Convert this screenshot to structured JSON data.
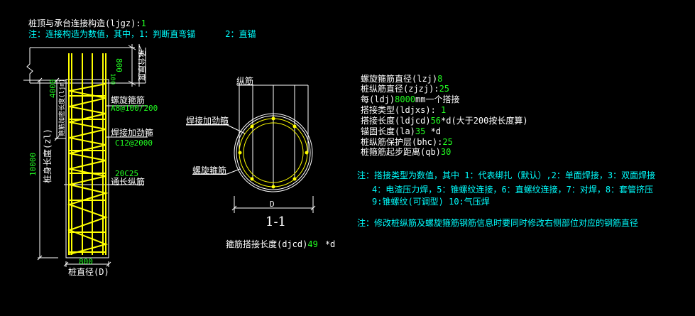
{
  "header": {
    "connection_label": "桩顶与承台连接构造(ljgz):",
    "connection_value": "1",
    "connection_note": "注：连接构造为数值，其中，1：判断直弯锚",
    "connection_note_opt2": "2：直锚"
  },
  "elevation": {
    "cap_thickness_value": "800",
    "cap_thickness_label": "承台厚度",
    "embed_value": "100",
    "stiffener_zone_value": "4000",
    "stiffener_zone_label": "箍筋加密长度(ljm)",
    "pile_length_value": "10000",
    "pile_length_label": "桩身长度(zl)",
    "spiral_label": "螺旋箍筋",
    "spiral_spec": "A8@100/200",
    "weld_label": "焊接加劲箍",
    "weld_spec": "C12@2000",
    "long_bar_spec": "20C25",
    "long_bar_label": "通长纵筋",
    "diameter_value": "800",
    "diameter_label": "桩直径(D)"
  },
  "section": {
    "long_bar_label": "纵筋",
    "weld_label": "焊接加劲箍",
    "spiral_label": "螺旋箍筋",
    "dim_label": "D",
    "title": "1-1",
    "stirrup_lap_label": "箍筋搭接长度(djcd)",
    "stirrup_lap_value": "49",
    "stirrup_lap_unit": "*d"
  },
  "params": [
    {
      "label": "螺旋箍筋直径(lzj)",
      "value": "8",
      "suffix": ""
    },
    {
      "label": "桩纵筋直径(zjzj):",
      "value": "25",
      "suffix": ""
    },
    {
      "label": "每(ldj)",
      "value": "8000",
      "suffix": "mm一个搭接"
    },
    {
      "label": "搭接类型(ldjxs): ",
      "value": "1",
      "suffix": ""
    },
    {
      "label": "搭接长度(ldjcd)",
      "value": "56",
      "suffix": "*d(大于200按长度算)"
    },
    {
      "label": "锚固长度(la)",
      "value": "35",
      "suffix": " *d"
    },
    {
      "label": "桩纵筋保护层(bhc):",
      "value": "25",
      "suffix": ""
    },
    {
      "label": "桩箍筋起步距离(qb)",
      "value": "30",
      "suffix": ""
    }
  ],
  "notes": {
    "lap_type_line1": "注：搭接类型为数值，其中 1：代表绑扎（默认）,2：单面焊接，3：双面焊接",
    "lap_type_line2": "4：电渣压力焊，5：锥螺纹连接，6：直螺纹连接，7：对焊，8：套管挤压",
    "lap_type_line3": "9:锥螺纹(可调型) 10:气压焊",
    "modify_note": "注：修改桩纵筋及螺旋箍筋钢筋信息时要同时修改右侧部位对应的钢筋直径"
  },
  "colors": {
    "background": "#000000",
    "label": "#ffffff",
    "value": "#22ff22",
    "note": "#00ffff",
    "rebar": "#ffff00"
  }
}
